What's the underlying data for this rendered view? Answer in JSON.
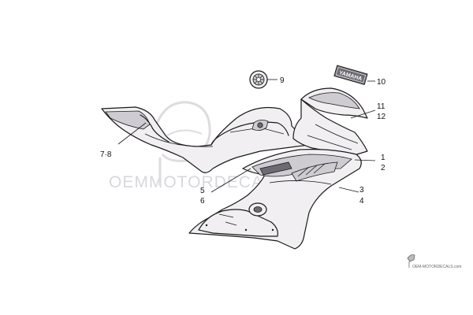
{
  "callouts": {
    "c1": "1",
    "c2": "2",
    "c3": "3",
    "c4": "4",
    "c5": "5",
    "c6": "6",
    "c78": "7·8",
    "c9": "9",
    "c10": "10",
    "c11": "11",
    "c12": "12"
  },
  "watermark": {
    "main": "OEMMOTORDECALS.com",
    "footer": "OEM-MOTORDECALS.com"
  },
  "decals": {
    "emblem_text": "YAMAHA"
  },
  "colors": {
    "line": "#1a1a1a",
    "panel_fill": "#f1eff2",
    "shade": "#cfcbd2",
    "watermark": "#d9d6dc"
  }
}
